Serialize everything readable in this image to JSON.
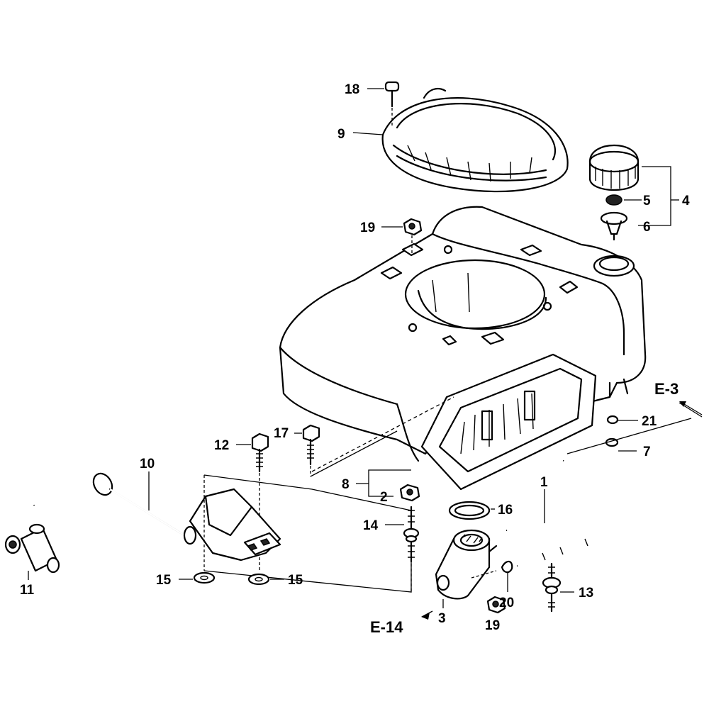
{
  "diagram": {
    "callouts": {
      "c1": "1",
      "c2": "2",
      "c3": "3",
      "c4": "4",
      "c5": "5",
      "c6": "6",
      "c7": "7",
      "c8": "8",
      "c9": "9",
      "c10": "10",
      "c11": "11",
      "c12": "12",
      "c13": "13",
      "c14": "14",
      "c15a": "15",
      "c15b": "15",
      "c16": "16",
      "c17": "17",
      "c18": "18",
      "c19a": "19",
      "c19b": "19",
      "c20": "20",
      "c21": "21"
    },
    "references": {
      "e3": "E-3",
      "e14": "E-14"
    }
  }
}
